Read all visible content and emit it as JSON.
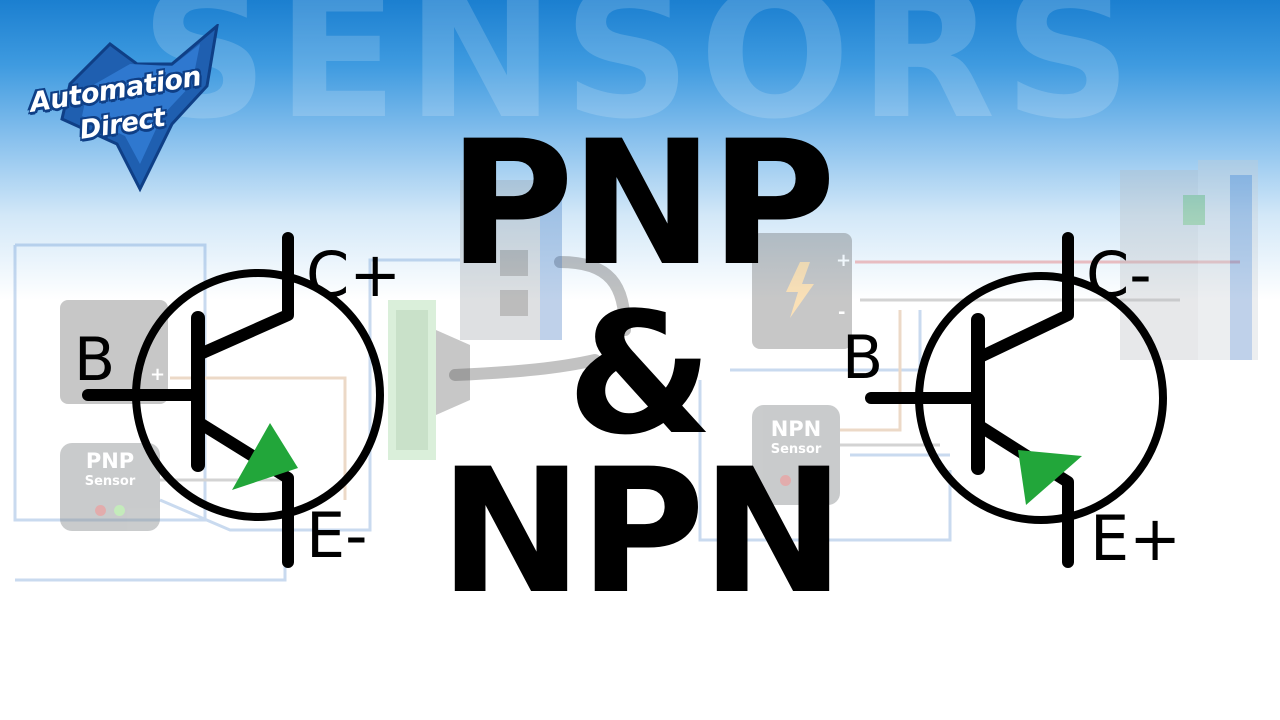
{
  "background_word": "SENSORS",
  "logo": {
    "line1": "Automation",
    "line2": "Direct"
  },
  "title": {
    "line1": "PNP",
    "line2": "&",
    "line3": "NPN"
  },
  "pnp_symbol": {
    "base": "B",
    "collector": "C+",
    "emitter": "E-"
  },
  "npn_symbol": {
    "base": "B",
    "collector": "C-",
    "emitter": "E+"
  },
  "pnp_sensor": {
    "title": "PNP",
    "subtitle": "Sensor"
  },
  "npn_sensor": {
    "title": "NPN",
    "subtitle": "Sensor"
  },
  "colors": {
    "arrow": "#22a63a",
    "sky": "#1b7fd0",
    "logo_blue": "#0f3f86",
    "lightning": "#f0a020"
  },
  "icons": [
    "automation-direct-logo",
    "power-supply-icon",
    "lightning-icon",
    "plc-icon",
    "terminal-block-icon"
  ]
}
